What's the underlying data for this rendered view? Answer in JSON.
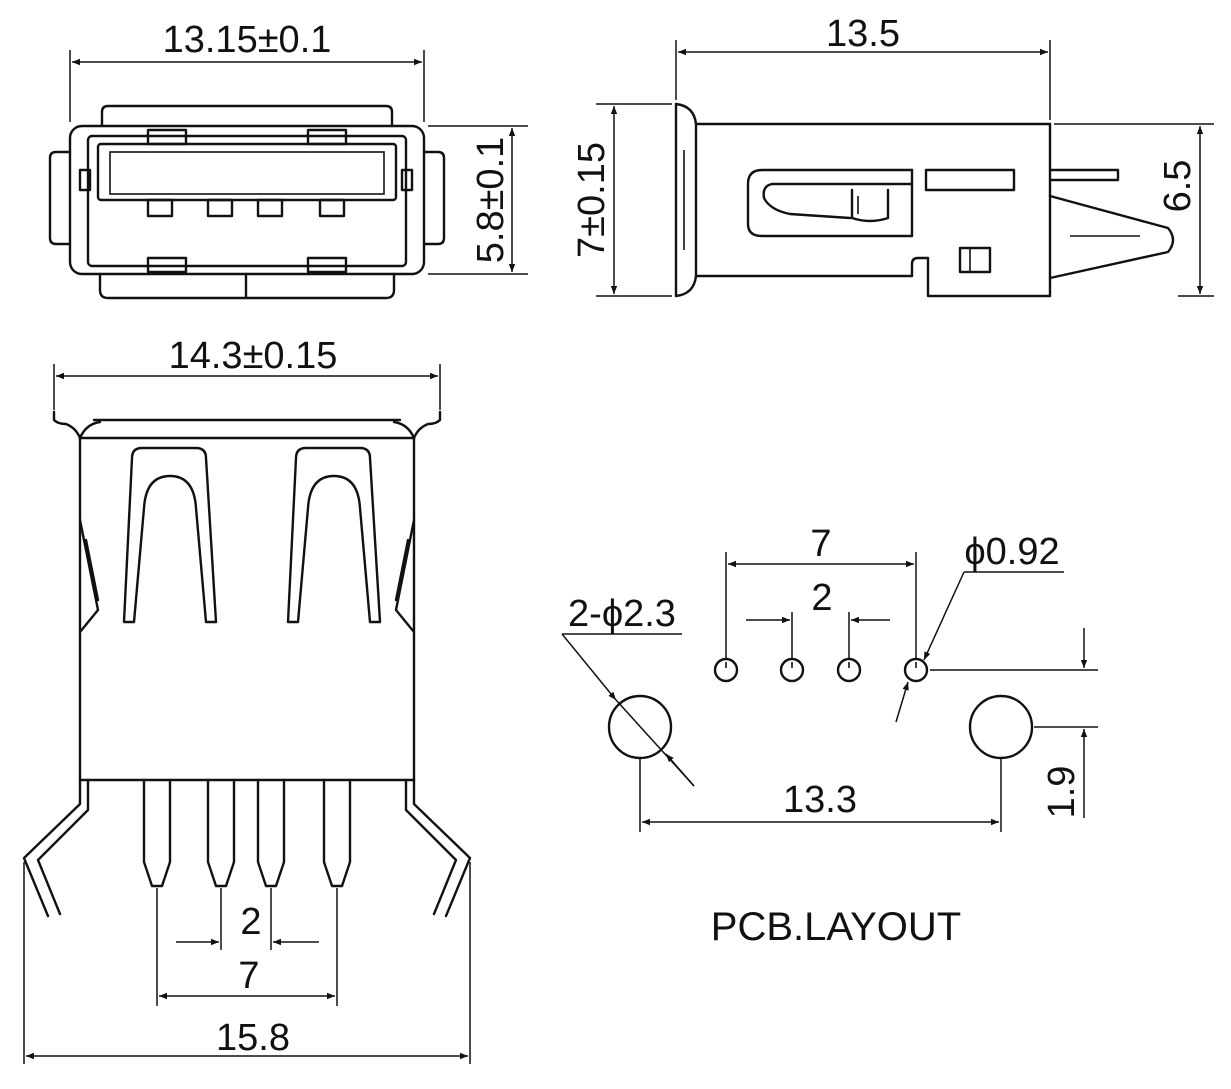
{
  "dimensions": {
    "front_width": "13.15±0.1",
    "front_height": "5.8±0.1",
    "side_length": "13.5",
    "side_height": "7±0.15",
    "pin_height": "6.5",
    "top_width": "14.3±0.15",
    "bottom_pitch_small": "2",
    "bottom_pitch_large": "7",
    "bottom_leg_span": "15.8",
    "pcb_pitch_large": "7",
    "pcb_pitch_small": "2",
    "pcb_hole_small": "ϕ0.92",
    "pcb_hole_large": "2-ϕ2.3",
    "pcb_hole_span": "13.3",
    "pcb_offset": "1.9"
  },
  "labels": {
    "pcb_layout": "PCB.LAYOUT"
  }
}
